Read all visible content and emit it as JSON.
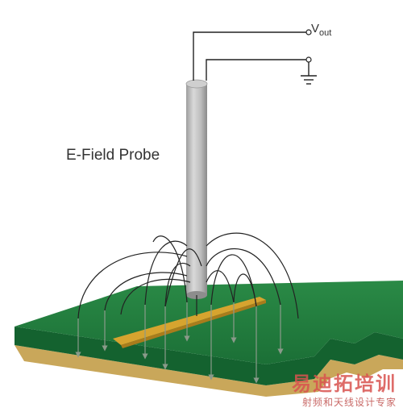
{
  "diagram": {
    "probe_label": "E-Field Probe",
    "vout_label_main": "V",
    "vout_label_sub": "out",
    "nodes": [
      {
        "id": "probe",
        "kind": "cylinder-probe"
      },
      {
        "id": "vout-terminal",
        "kind": "output-terminal"
      },
      {
        "id": "ground-terminal",
        "kind": "ground"
      },
      {
        "id": "pcb",
        "kind": "circuit-board"
      },
      {
        "id": "trace",
        "kind": "copper-trace"
      }
    ]
  },
  "colors": {
    "board_top": "#1f7a3d",
    "board_edge": "#0f5a2a",
    "board_bottom": "#c9a75a",
    "trace": "#d6a42f",
    "probe": "#bdbdbd",
    "wire": "#222222",
    "field_line": "#222222",
    "arrow": "#7a8a7a"
  },
  "watermark": {
    "main": "易迪拓培训",
    "sub": "射频和天线设计专家"
  }
}
